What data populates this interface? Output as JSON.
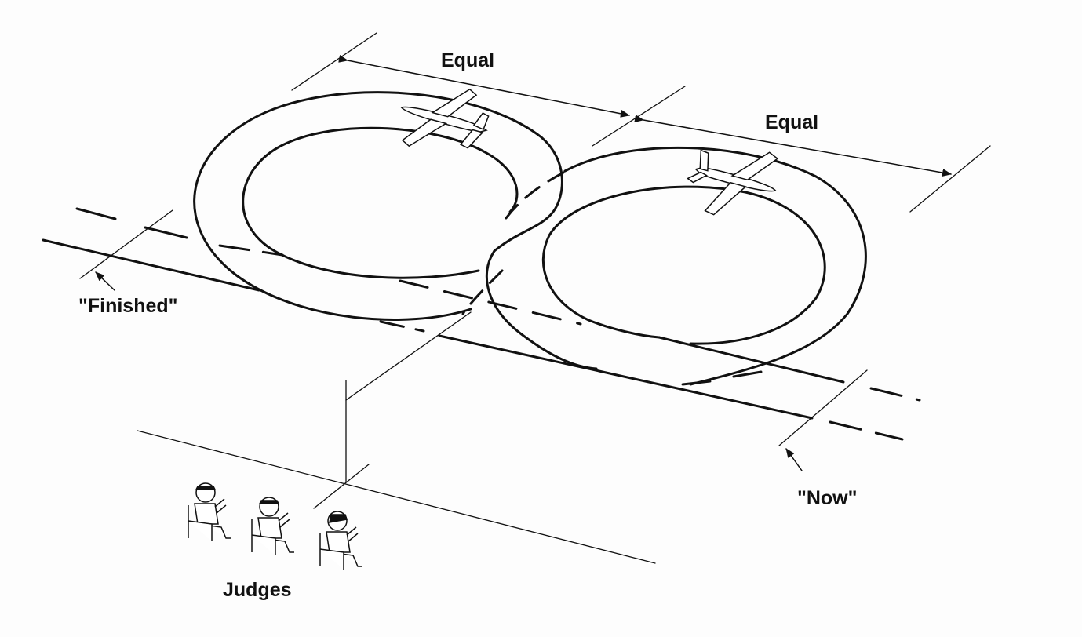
{
  "labels": {
    "equal_top": "Equal",
    "equal_right": "Equal",
    "finished": "\"Finished\"",
    "now": "\"Now\"",
    "judges": "Judges"
  },
  "colors": {
    "ink": "#111111",
    "paper": "#fdfdfd"
  },
  "icons": {
    "aircraft": "airplane-icon",
    "judge": "seated-judge-icon"
  }
}
